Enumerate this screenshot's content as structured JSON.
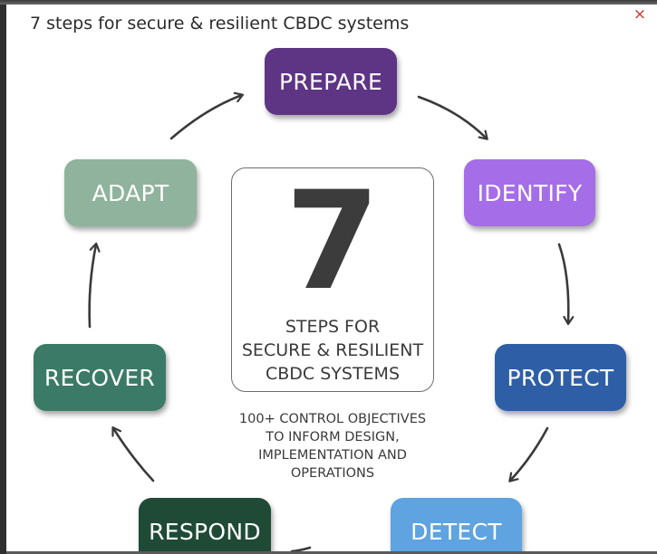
{
  "modal": {
    "title": "7 steps for secure & resilient CBDC systems",
    "close_label": "×"
  },
  "infographic": {
    "number": "7",
    "caption_lines": [
      "STEPS FOR",
      "SECURE & RESILIENT",
      "CBDC SYSTEMS"
    ],
    "objectives_lines": [
      "100+ CONTROL OBJECTIVES",
      "TO INFORM DESIGN,",
      "IMPLEMENTATION AND",
      "OPERATIONS"
    ],
    "steps": [
      {
        "label": "PREPARE",
        "color": "#5e3484"
      },
      {
        "label": "IDENTIFY",
        "color": "#a56de8"
      },
      {
        "label": "PROTECT",
        "color": "#2e5fa6"
      },
      {
        "label": "DETECT",
        "color": "#5fa3e0"
      },
      {
        "label": "RESPOND",
        "color": "#1f4a36"
      },
      {
        "label": "RECOVER",
        "color": "#3b7a66"
      },
      {
        "label": "ADAPT",
        "color": "#8fb39c"
      }
    ]
  },
  "colors": {
    "arrow": "#3a3a3a",
    "close": "#c0392b"
  }
}
